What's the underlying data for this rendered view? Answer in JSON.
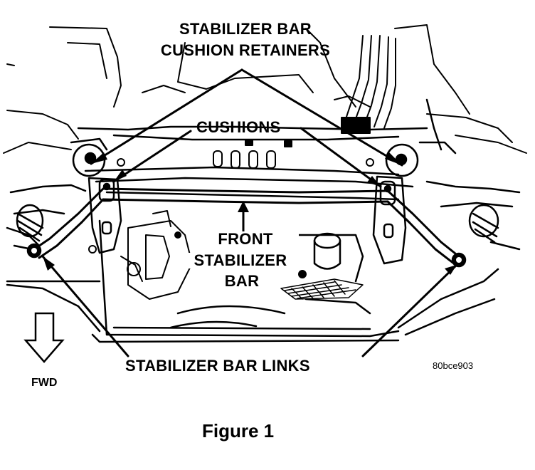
{
  "labels": {
    "retainers_line1": "STABILIZER BAR",
    "retainers_line2": "CUSHION RETAINERS",
    "cushions": "CUSHIONS",
    "front_line1": "FRONT",
    "front_line2": "STABILIZER",
    "front_line3": "BAR",
    "links": "STABILIZER  BAR LINKS",
    "fwd": "FWD",
    "figure_code": "80bce903"
  },
  "caption": "Figure 1"
}
